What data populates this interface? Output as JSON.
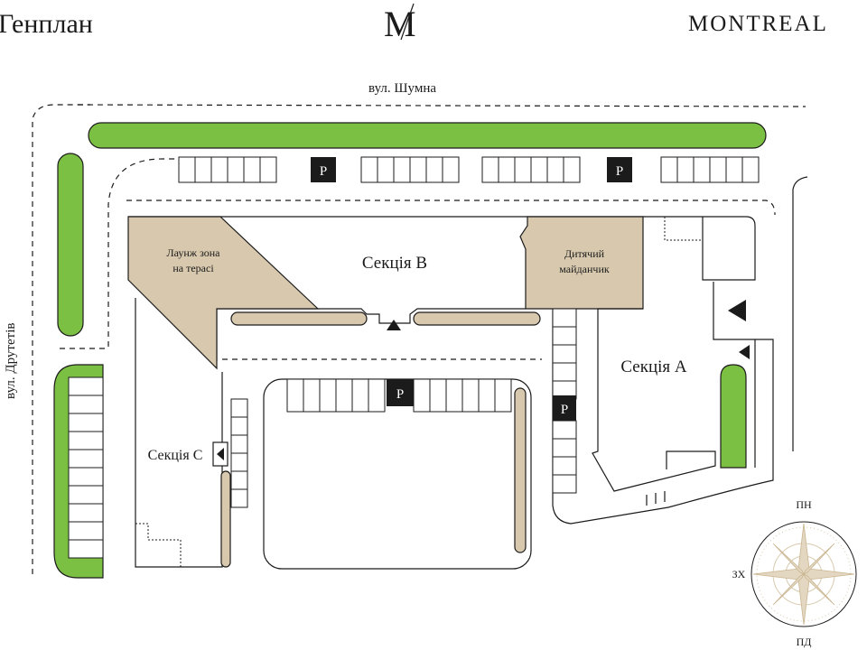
{
  "header": {
    "title": "Генплан",
    "logo_letter": "M",
    "brand": "MONTREAL"
  },
  "streets": {
    "north": "вул. Шумна",
    "west": "вул. Друтетів"
  },
  "sections": {
    "a": "Секція А",
    "b": "Секція В",
    "c": "Секція С"
  },
  "zones": {
    "lounge": [
      "Лаунж зона",
      "на терасі"
    ],
    "playground": [
      "Дитячий",
      "майданчик"
    ]
  },
  "parking": {
    "label": "P"
  },
  "compass": {
    "north": "ПН",
    "west": "ЗХ",
    "south": "ПД"
  },
  "colors": {
    "green": "#7cc043",
    "tan": "#d8c9ae",
    "outline": "#1b1b1b"
  }
}
